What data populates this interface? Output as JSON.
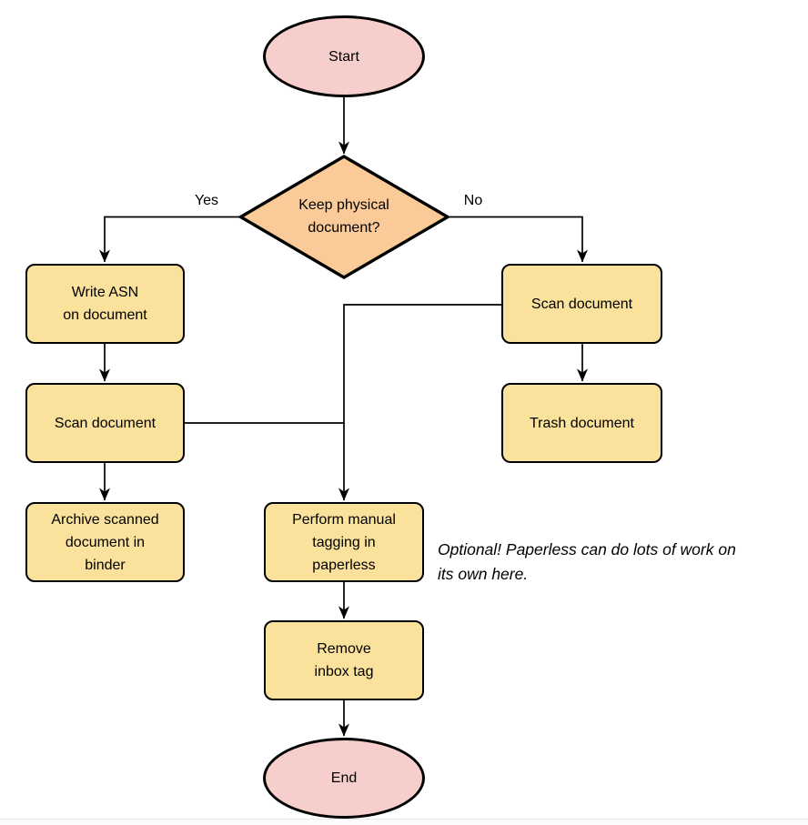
{
  "diagram": {
    "nodes": {
      "start": {
        "shape": "ellipse",
        "label": "Start"
      },
      "decision": {
        "shape": "diamond",
        "label": "Keep physical\ndocument?"
      },
      "write_asn": {
        "shape": "rect",
        "label": "Write ASN\non document"
      },
      "scan_left": {
        "shape": "rect",
        "label": "Scan document"
      },
      "archive": {
        "shape": "rect",
        "label": "Archive scanned\ndocument in\nbinder"
      },
      "scan_right": {
        "shape": "rect",
        "label": "Scan document"
      },
      "trash": {
        "shape": "rect",
        "label": "Trash document"
      },
      "tagging": {
        "shape": "rect",
        "label": "Perform manual\ntagging in\npaperless"
      },
      "remove_inbox": {
        "shape": "rect",
        "label": "Remove\ninbox tag"
      },
      "end": {
        "shape": "ellipse",
        "label": "End"
      }
    },
    "edge_labels": {
      "yes": "Yes",
      "no": "No"
    },
    "note": "Optional! Paperless can do lots of work on\nits own here.",
    "colors": {
      "terminal-fill": "#F6CECB",
      "decision-fill": "#FACB98",
      "process-fill": "#FAE19C",
      "stroke": "#000000"
    }
  }
}
